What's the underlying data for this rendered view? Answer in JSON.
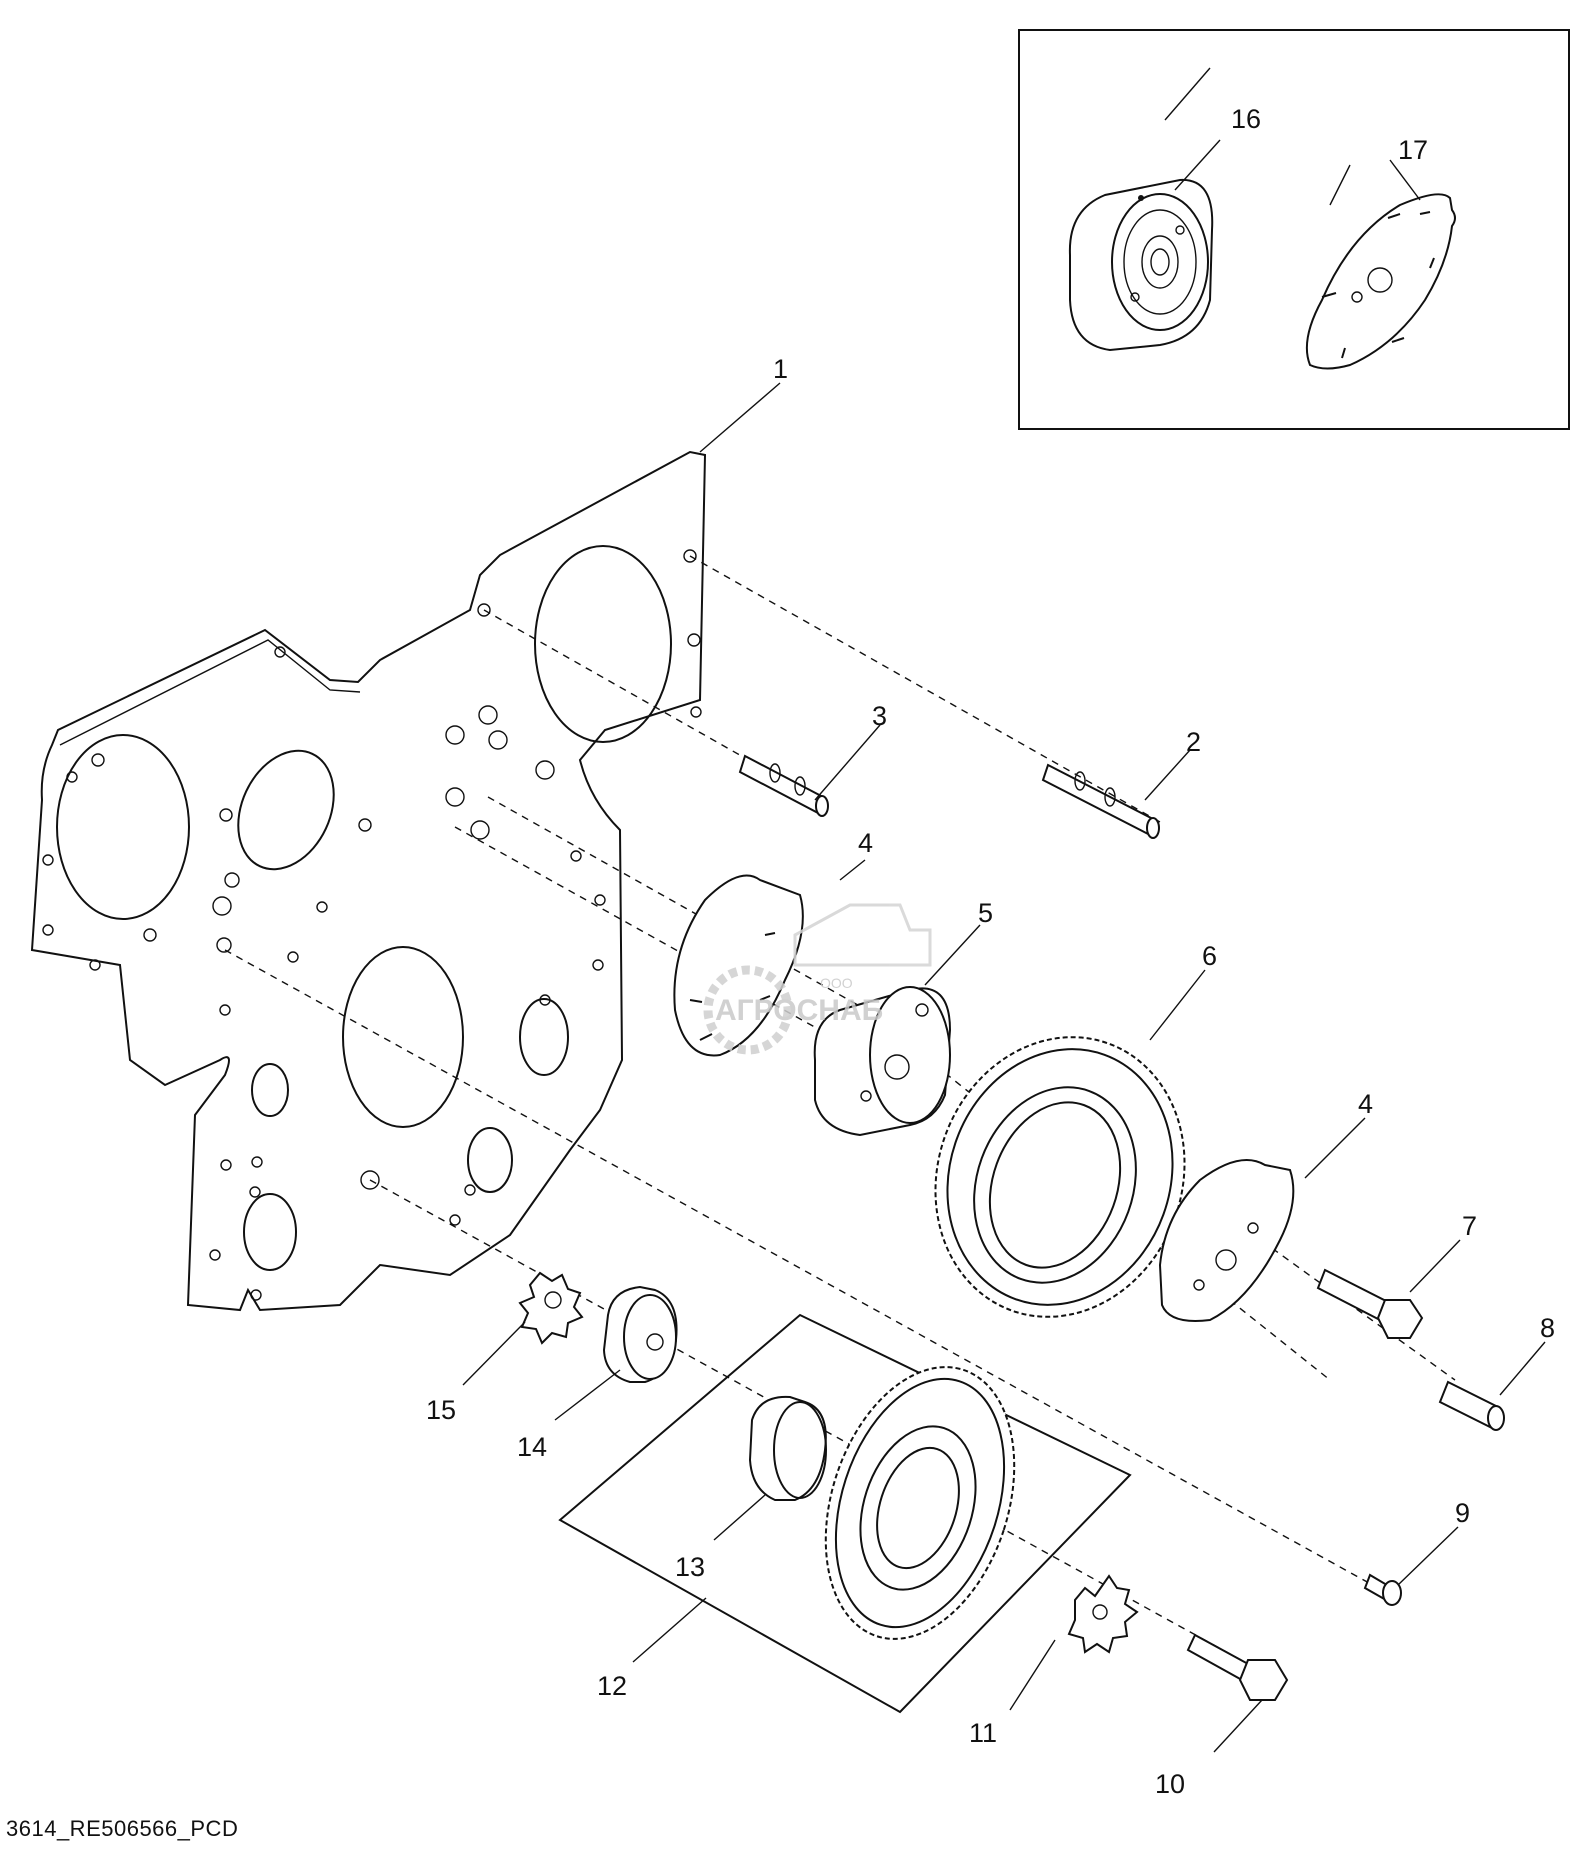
{
  "diagram": {
    "caption": "3614_RE506566_PCD",
    "callouts": [
      "1",
      "2",
      "3",
      "4",
      "5",
      "6",
      "4",
      "7",
      "8",
      "9",
      "10",
      "11",
      "12",
      "13",
      "14",
      "15",
      "16",
      "17"
    ],
    "watermark": {
      "company_prefix": "ООО",
      "company_name": "АГРОСНАБ"
    }
  }
}
